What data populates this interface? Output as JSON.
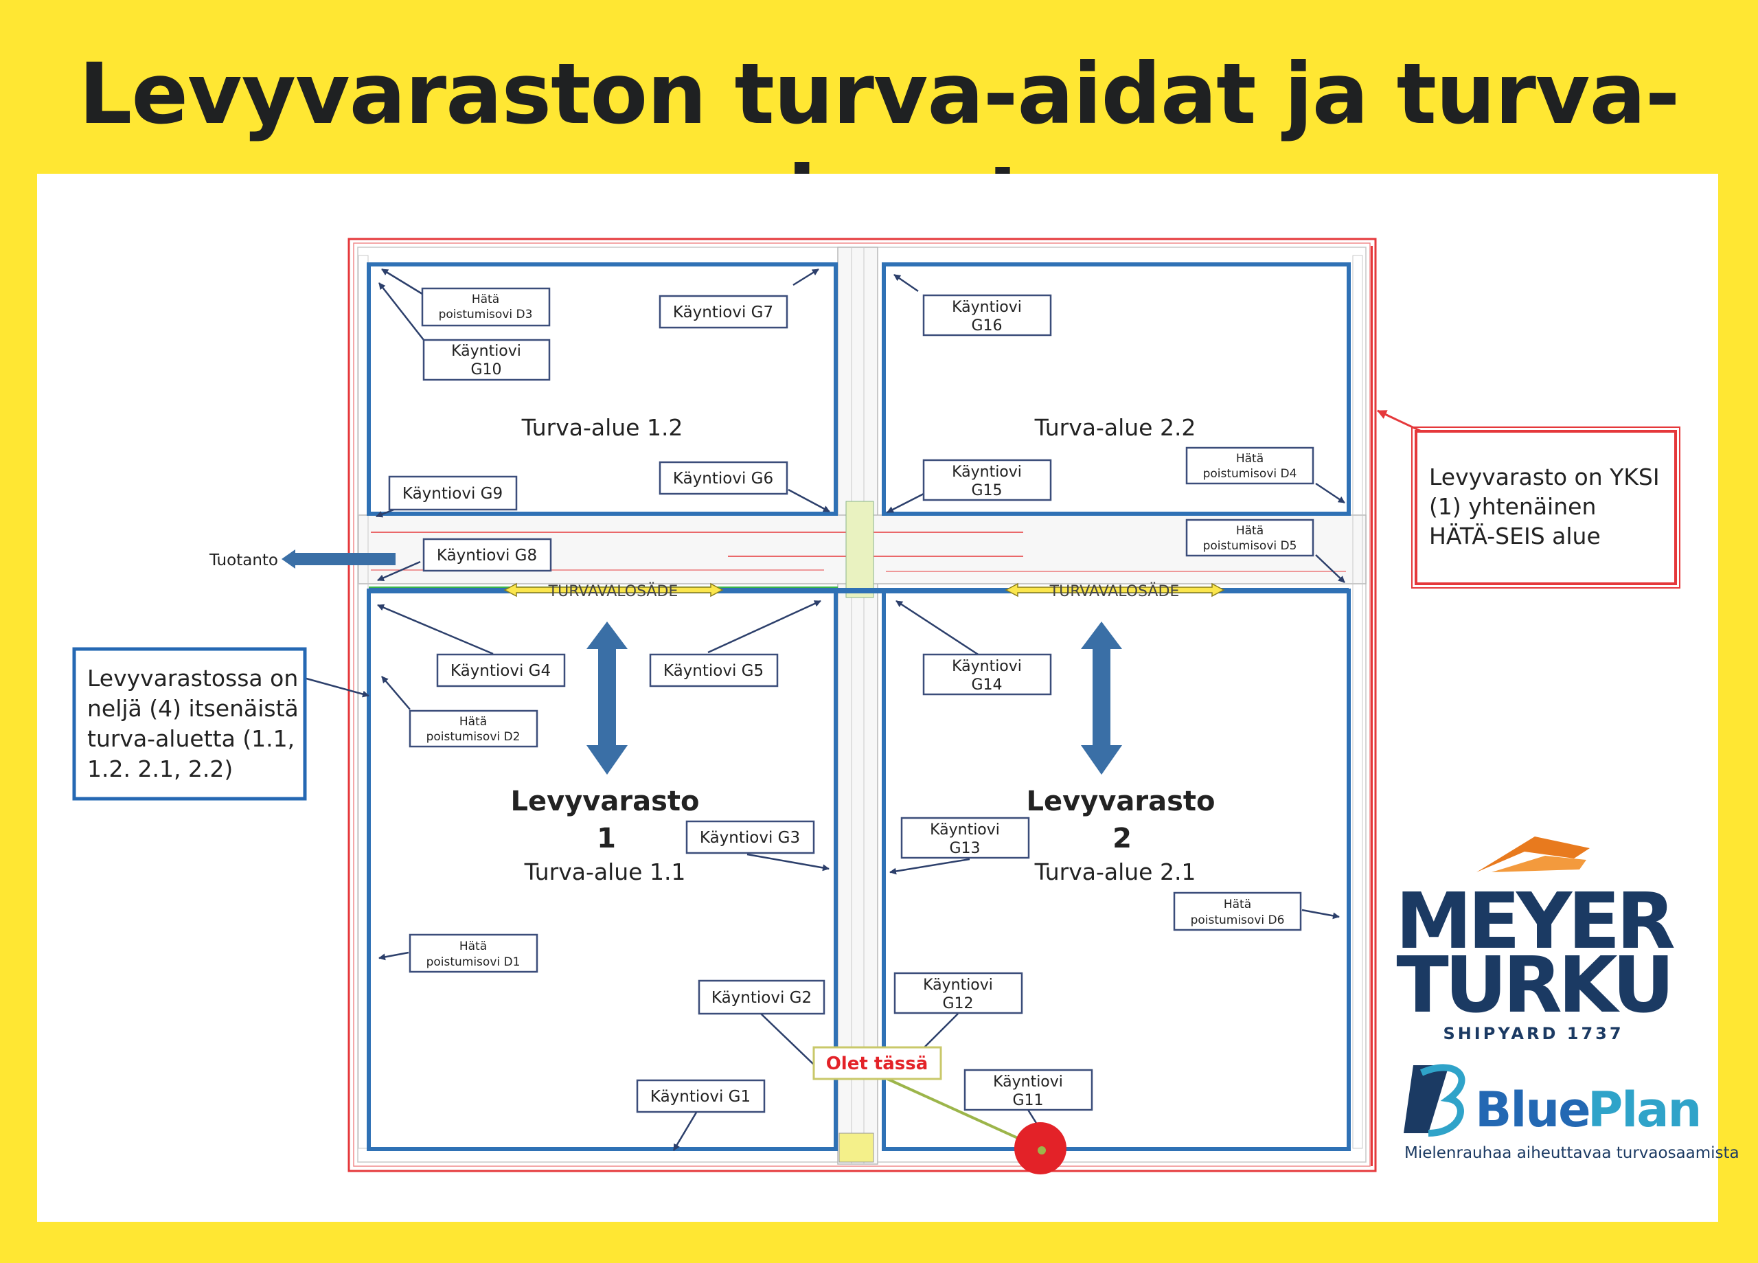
{
  "title": "Levyvaraston turva-aidat ja turva-alueet",
  "colors": {
    "background": "#ffe733",
    "zone_blue": "#2f71b5",
    "label_border": "#3b4d7a",
    "boundary_red": "#e5383b",
    "marker_red": "#e32228",
    "logo_navy": "#1b3a63",
    "blueplan_blue": "#2368b3"
  },
  "zones": {
    "z12": "Turva-alue 1.2",
    "z22": "Turva-alue 2.2",
    "z11": "Turva-alue 1.1",
    "z21": "Turva-alue 2.1"
  },
  "warehouse1": {
    "name": "Levyvarasto",
    "num": "1"
  },
  "warehouse2": {
    "name": "Levyvarasto",
    "num": "2"
  },
  "beam_left": "TURVAVALOSÄDE",
  "beam_right": "TURVAVALOSÄDE",
  "tuotanto": "Tuotanto",
  "doors": {
    "d3_1": "Hätä",
    "d3_2": "poistumisovi D3",
    "g10_1": "Käyntiovi",
    "g10_2": "G10",
    "g7": "Käyntiovi G7",
    "g16_1": "Käyntiovi",
    "g16_2": "G16",
    "g9": "Käyntiovi G9",
    "g6": "Käyntiovi G6",
    "g15_1": "Käyntiovi",
    "g15_2": "G15",
    "d4_1": "Hätä",
    "d4_2": "poistumisovi D4",
    "g8": "Käyntiovi G8",
    "d5_1": "Hätä",
    "d5_2": "poistumisovi D5",
    "g4": "Käyntiovi G4",
    "g5": "Käyntiovi G5",
    "g14_1": "Käyntiovi",
    "g14_2": "G14",
    "d2_1": "Hätä",
    "d2_2": "poistumisovi D2",
    "g3": "Käyntiovi G3",
    "g13_1": "Käyntiovi",
    "g13_2": "G13",
    "d6_1": "Hätä",
    "d6_2": "poistumisovi D6",
    "d1_1": "Hätä",
    "d1_2": "poistumisovi D1",
    "g2": "Käyntiovi G2",
    "g12_1": "Käyntiovi",
    "g12_2": "G12",
    "g1": "Käyntiovi G1",
    "g11_1": "Käyntiovi",
    "g11_2": "G11"
  },
  "olet_tassa": "Olet tässä",
  "note_left": {
    "l1": "Levyvarastossa on",
    "l2": "neljä (4) itsenäistä",
    "l3": "turva-aluetta (1.1,",
    "l4": "1.2. 2.1, 2.2)"
  },
  "note_right": {
    "l1": "Levyvarasto on YKSI",
    "l2": "(1) yhtenäinen",
    "l3": "HÄTÄ-SEIS alue"
  },
  "logo_meyer": {
    "line1": "MEYER",
    "line2": "TURKU",
    "line3": "SHIPYARD 1737"
  },
  "logo_blueplan": {
    "blue": "Blue",
    "plan": "Plan",
    "tagline": "Mielenrauhaa aiheuttavaa turvaosaamista"
  }
}
